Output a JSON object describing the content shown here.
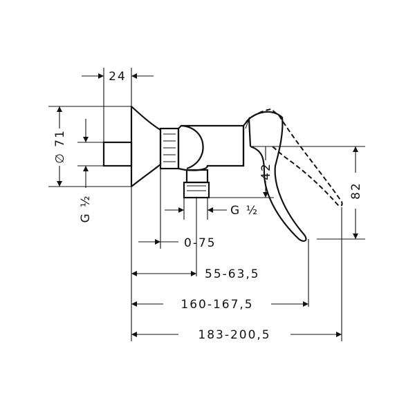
{
  "dimensions": {
    "wall_depth": "24",
    "rosette_diameter": "∅ 71",
    "inlet_thread": "G ½",
    "outlet_thread": "G ½",
    "outlet_height": "42",
    "lever_height": "82",
    "adjust_range": "0-75",
    "outlet_distance": "55-63,5",
    "lever_length": "160-167,5",
    "total_length": "183-200,5"
  },
  "colors": {
    "line": "#111111",
    "background": "#ffffff"
  }
}
